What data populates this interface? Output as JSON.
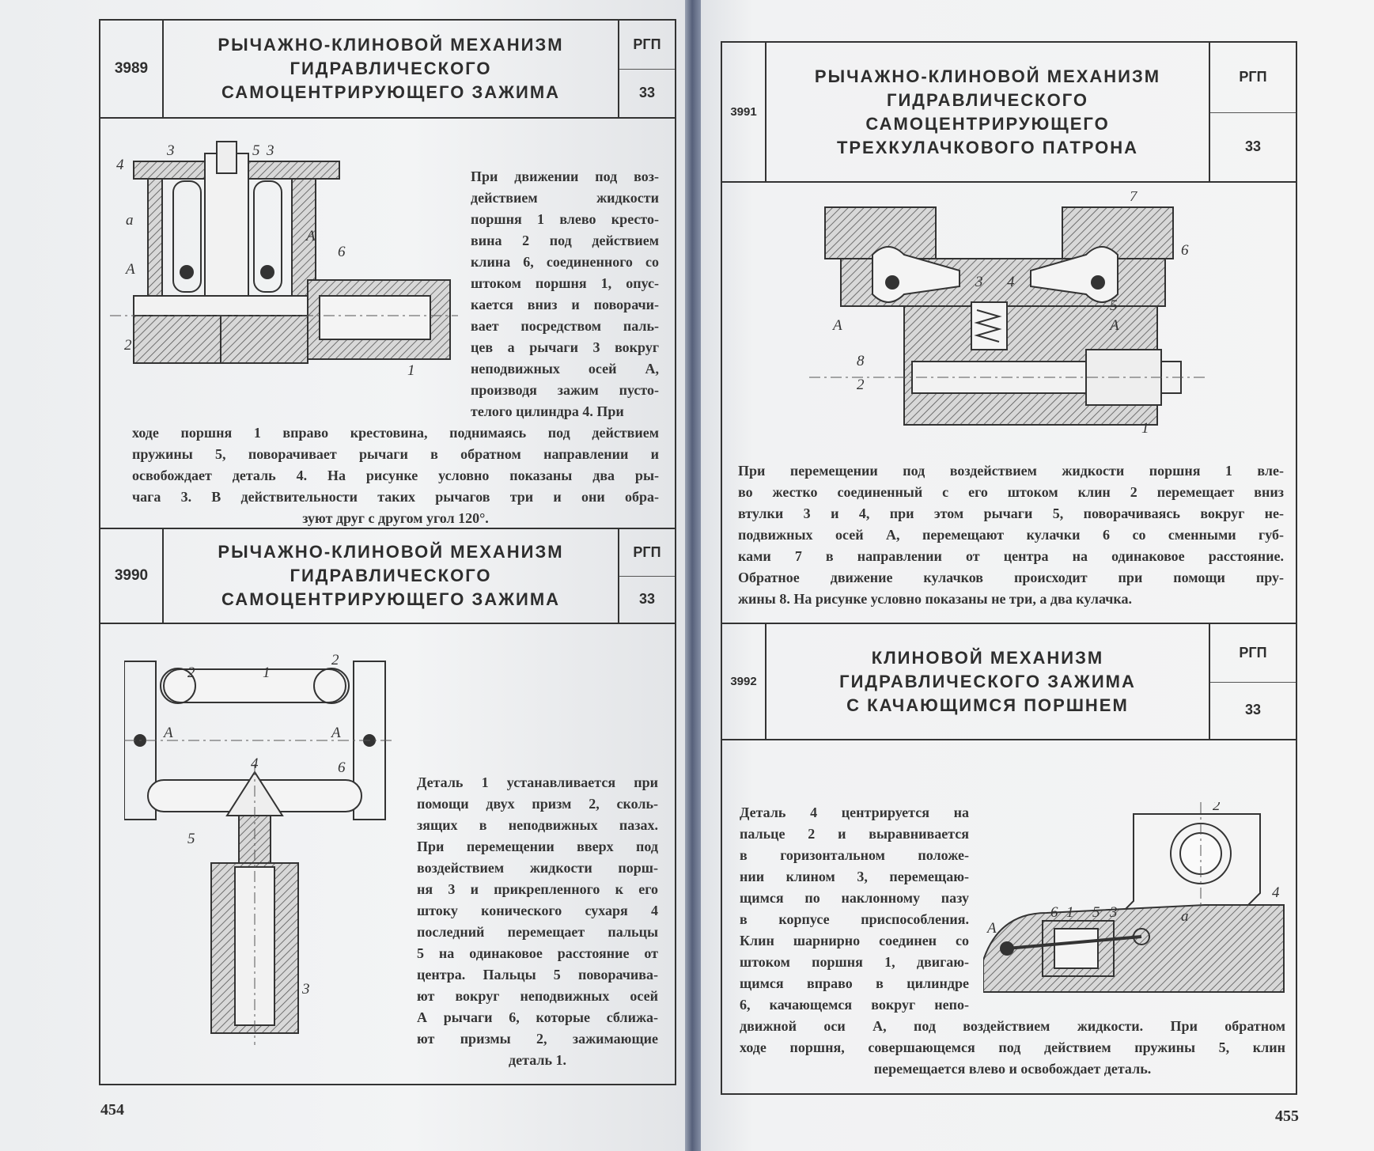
{
  "left_page": {
    "page_number": "454",
    "sections": [
      {
        "number": "3989",
        "title": [
          "РЫЧАЖНО-КЛИНОВОЙ МЕХАНИЗМ",
          "ГИДРАВЛИЧЕСКОГО",
          "САМОЦЕНТРИРУЮЩЕГО ЗАЖИМА"
        ],
        "rgp_label": "РГП",
        "rgp_code": "33",
        "figure_labels": [
          "4",
          "3",
          "5",
          "3",
          "а",
          "А",
          "А",
          "6",
          "2",
          "1"
        ],
        "side_text": [
          "При движении под воз-",
          "действием жидкости",
          "поршня 1 влево кресто-",
          "вина 2 под действием",
          "клина 6, соединенного со",
          "штоком поршня 1, опус-",
          "кается вниз и поворачи-",
          "вает посредством паль-",
          "цев а рычаги 3 вокруг",
          "неподвижных осей А,",
          "производя зажим пусто-",
          "телого цилиндра 4. При"
        ],
        "full_text": [
          "ходе поршня 1 вправо крестовина, поднимаясь под действием",
          "пружины 5, поворачивает рычаги в обратном направлении и",
          "освобождает деталь 4. На рисунке условно показаны два ры-",
          "чага 3. В действительности таких рычагов три и они обра-",
          "зуют друг с другом угол 120°."
        ]
      },
      {
        "number": "3990",
        "title": [
          "РЫЧАЖНО-КЛИНОВОЙ МЕХАНИЗМ",
          "ГИДРАВЛИЧЕСКОГО",
          "САМОЦЕНТРИРУЮЩЕГО ЗАЖИМА"
        ],
        "rgp_label": "РГП",
        "rgp_code": "33",
        "figure_labels": [
          "2",
          "1",
          "2",
          "А",
          "А",
          "4",
          "6",
          "5",
          "3"
        ],
        "side_text": [
          "Деталь 1 устанавливается при",
          "помощи двух призм 2, сколь-",
          "зящих в неподвижных пазах.",
          "При перемещении вверх под",
          "воздействием жидкости порш-",
          "ня 3 и прикрепленного к его",
          "штоку конического сухаря 4",
          "последний перемещает пальцы",
          "5 на одинаковое расстояние от",
          "центра. Пальцы 5 поворачива-",
          "ют вокруг неподвижных осей",
          "А рычаги 6, которые сближа-",
          "ют призмы 2, зажимающие",
          "деталь 1."
        ]
      }
    ]
  },
  "right_page": {
    "page_number": "455",
    "sections": [
      {
        "number": "3991",
        "title": [
          "РЫЧАЖНО-КЛИНОВОЙ МЕХАНИЗМ",
          "ГИДРАВЛИЧЕСКОГО",
          "САМОЦЕНТРИРУЮЩЕГО",
          "ТРЕХКУЛАЧКОВОГО ПАТРОНА"
        ],
        "rgp_label": "РГП",
        "rgp_code": "33",
        "figure_labels": [
          "3",
          "4",
          "7",
          "6",
          "5",
          "А",
          "А",
          "8",
          "2",
          "1"
        ],
        "full_text": [
          "При перемещении под воздействием жидкости поршня 1 вле-",
          "во жестко соединенный с его штоком клин 2 перемещает вниз",
          "втулки 3 и 4, при этом рычаги 5, поворачиваясь вокруг не-",
          "подвижных осей А, перемещают кулачки 6 со сменными губ-",
          "ками 7 в направлении от центра на одинаковое расстояние.",
          "Обратное движение кулачков происходит при помощи пру-",
          "жины 8. На рисунке условно показаны не три, а два кулачка."
        ]
      },
      {
        "number": "3992",
        "title": [
          "КЛИНОВОЙ МЕХАНИЗМ",
          "ГИДРАВЛИЧЕСКОГО ЗАЖИМА",
          "С КАЧАЮЩИМСЯ ПОРШНЕМ"
        ],
        "rgp_label": "РГП",
        "rgp_code": "33",
        "figure_labels": [
          "2",
          "4",
          "6",
          "1",
          "5",
          "3",
          "А",
          "а"
        ],
        "side_text": [
          "Деталь 4 центрируется на",
          "пальце 2 и выравнивается",
          "в горизонтальном положе-",
          "нии клином 3, перемещаю-",
          "щимся по наклонному пазу",
          "в корпусе приспособления.",
          "Клин шарнирно соединен со",
          "штоком поршня 1, двигаю-",
          "щимся вправо в цилиндре",
          "6, качающемся вокруг непо-"
        ],
        "full_text": [
          "движной оси А, под воздействием жидкости. При обратном",
          "ходе поршня, совершающемся под действием пружины 5, клин",
          "перемещается влево и освобождает деталь."
        ]
      }
    ]
  }
}
